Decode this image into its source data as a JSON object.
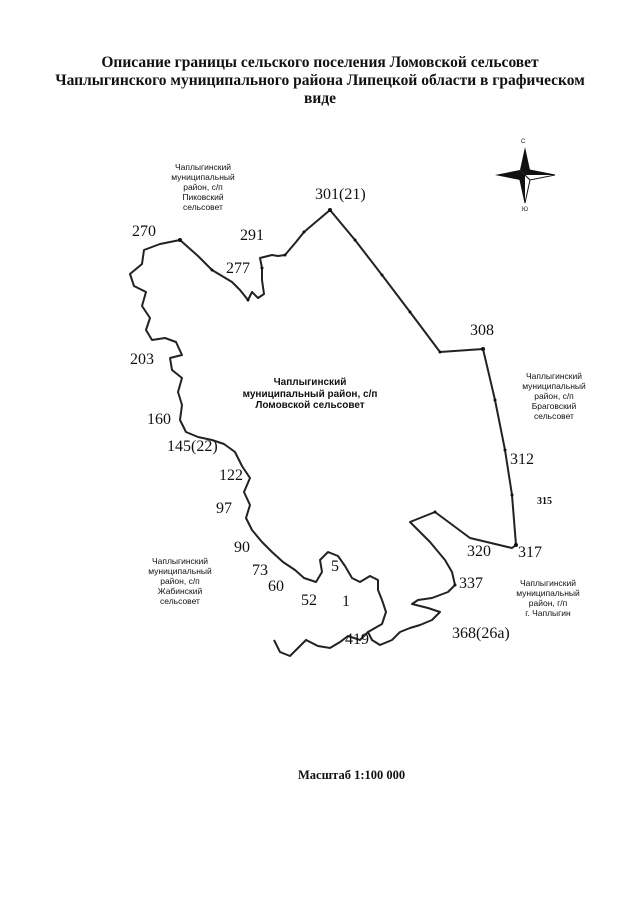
{
  "title": {
    "line1": "Описание границы сельского поселения Ломовской сельсовет",
    "line2": "Чаплыгинского муниципального района Липецкой области в графическом",
    "line3": "виде"
  },
  "center_label": {
    "line1": "Чаплыгинский",
    "line2": "муниципальный район, с/п",
    "line3": "Ломовской сельсовет"
  },
  "neighbors": {
    "pikovsky": [
      "Чаплыгинский",
      "муниципальный",
      "район, с/п",
      "Пиковский",
      "сельсовет"
    ],
    "bragovsky": [
      "Чаплыгинский",
      "муниципальный",
      "район, с/п",
      "Браговский",
      "сельсовет"
    ],
    "zhabinsky": [
      "Чаплыгинский",
      "муниципальный",
      "район, с/п",
      "Жабинский",
      "сельсовет"
    ],
    "chaplygin": [
      "Чаплыгинский",
      "муниципальный",
      "район, г/п",
      "г. Чаплыгин"
    ]
  },
  "points": {
    "p301": "301(21)",
    "p270": "270",
    "p291": "291",
    "p277": "277",
    "p308": "308",
    "p203": "203",
    "p160": "160",
    "p145": "145(22)",
    "p122": "122",
    "p312": "312",
    "p315": "315",
    "p97": "97",
    "p90": "90",
    "p73": "73",
    "p60": "60",
    "p5": "5",
    "p52": "52",
    "p1": "1",
    "p320": "320",
    "p317": "317",
    "p337": "337",
    "p419": "419",
    "p368": "368(26а)"
  },
  "compass": {
    "north": "С",
    "south": "Ю"
  },
  "scale": "Масштаб 1:100 000"
}
